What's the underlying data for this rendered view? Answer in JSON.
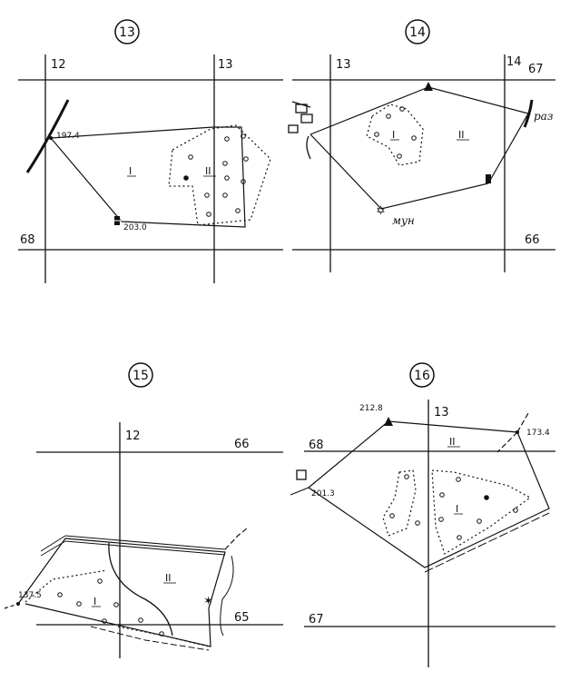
{
  "panels": {
    "p13": {
      "title": "13",
      "grid_top_left": "12",
      "grid_top_right": "13",
      "grid_left": "68",
      "point_a": "197.4",
      "point_b": "203.0",
      "zone_1": "I",
      "zone_2": "II"
    },
    "p14": {
      "title": "14",
      "grid_top_left": "13",
      "grid_top_right": "14",
      "grid_right_top": "67",
      "grid_right_bottom": "66",
      "label_raz": "раз",
      "label_mun": "мун",
      "zone_1": "I",
      "zone_2": "II"
    },
    "p15": {
      "title": "15",
      "grid_top": "12",
      "grid_right_top": "66",
      "grid_right_bottom": "65",
      "point_a": "137.5",
      "zone_1": "I",
      "zone_2": "II"
    },
    "p16": {
      "title": "16",
      "grid_top": "13",
      "grid_left_top": "68",
      "grid_left_bottom": "67",
      "point_a": "212.8",
      "point_b": "173.4",
      "point_c": "201.3",
      "zone_1": "I",
      "zone_2": "II"
    }
  }
}
